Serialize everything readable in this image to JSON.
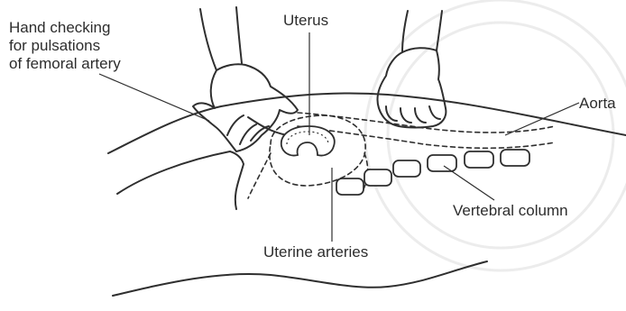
{
  "labels": {
    "hand_line1": "Hand checking",
    "hand_line2": "for pulsations",
    "hand_line3": "of femoral artery",
    "uterus": "Uterus",
    "aorta": "Aorta",
    "vertebral_column": "Vertebral column",
    "uterine_arteries": "Uterine arteries"
  },
  "colors": {
    "line": "#2f2f2f",
    "text": "#2d2d2d",
    "background": "#ffffff",
    "watermark": "#ececec"
  }
}
